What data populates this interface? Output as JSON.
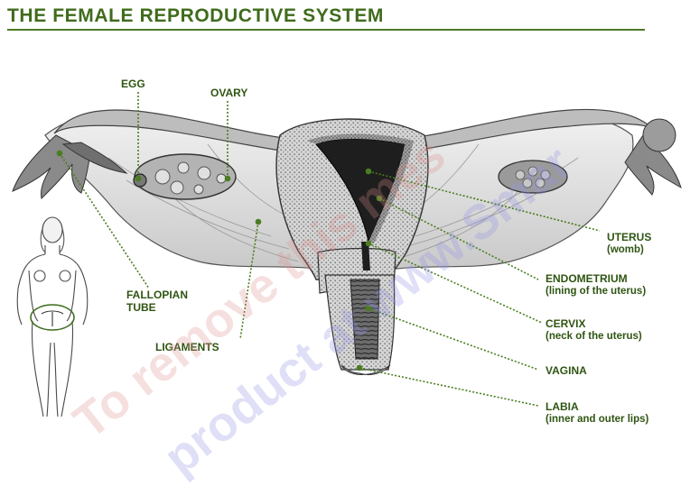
{
  "title": "THE FEMALE REPRODUCTIVE SYSTEM",
  "labels": {
    "egg": "EGG",
    "ovary": "OVARY",
    "fallopian_tube_line1": "FALLOPIAN",
    "fallopian_tube_line2": "TUBE",
    "ligaments": "LIGAMENTS",
    "uterus": "UTERUS",
    "uterus_sub": "(womb)",
    "endometrium": "ENDOMETRIUM",
    "endometrium_sub": "(lining of the uterus)",
    "cervix": "CERVIX",
    "cervix_sub": "(neck of the uterus)",
    "vagina": "VAGINA",
    "labia": "LABIA",
    "labia_sub": "(inner and outer lips)"
  },
  "watermarks": {
    "line1": "To remove this mes",
    "line2": "product at www.Smar"
  },
  "colors": {
    "title": "#3f6b1c",
    "label": "#2f5512",
    "leader_line": "#4a7d1f",
    "watermark_red": "rgba(220,140,140,0.28)",
    "watermark_blue": "rgba(150,150,230,0.30)"
  }
}
